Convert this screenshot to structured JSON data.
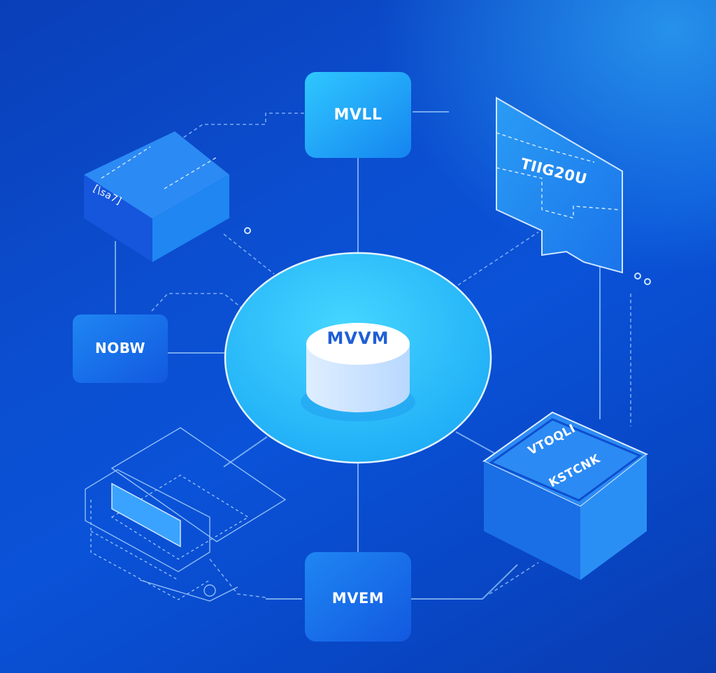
{
  "center": {
    "label": "MVVM"
  },
  "nodes": {
    "top": {
      "label": "MVLL"
    },
    "left": {
      "label": "NOBW"
    },
    "bottom": {
      "label": "MVEM"
    },
    "top_left_box": {
      "label": "[\\sa7]"
    },
    "speech_bubble": {
      "label": "TIIG20U"
    },
    "bottom_right_box": {
      "line1": "VTOQLI",
      "line2": "KSTCNK"
    }
  },
  "colors": {
    "background_top": "#0b4ed0",
    "accent_light": "#29c6ff",
    "node_blue": "#1e78f0",
    "hub_label": "#1f5fd6",
    "line": "#9fc8ff"
  }
}
